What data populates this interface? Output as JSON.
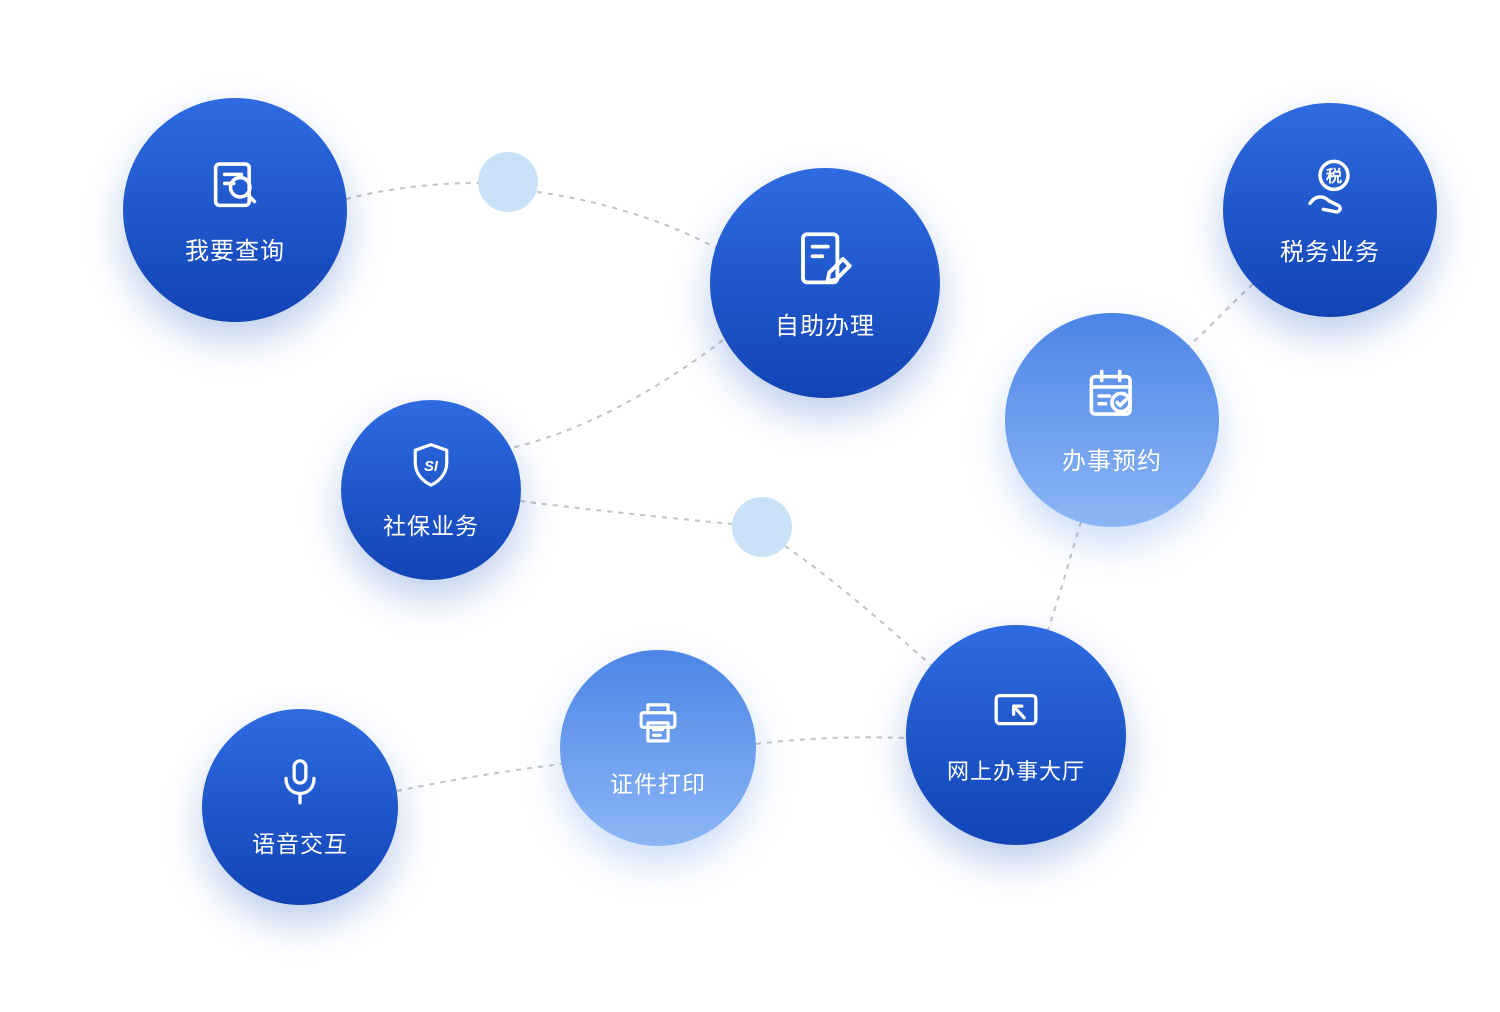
{
  "diagram": {
    "background": "#ffffff",
    "connector_color": "#c3c3c3",
    "dot_color": "#c9e2f8",
    "text_color": "#ffffff",
    "node_dark_gradient": [
      "#2e6be1",
      "#1244b6"
    ],
    "node_light_gradient": [
      "#4c85e7",
      "#8cb6f5"
    ]
  },
  "nodes": [
    {
      "id": "query",
      "label": "我要查询",
      "icon": "document-search-icon",
      "variant": "dark"
    },
    {
      "id": "self-service",
      "label": "自助办理",
      "icon": "document-edit-icon",
      "variant": "dark"
    },
    {
      "id": "tax",
      "label": "税务业务",
      "icon": "tax-hand-icon",
      "variant": "dark",
      "icon_text": "税"
    },
    {
      "id": "appointment",
      "label": "办事预约",
      "icon": "calendar-check-icon",
      "variant": "light"
    },
    {
      "id": "social-security",
      "label": "社保业务",
      "icon": "shield-si-icon",
      "variant": "dark",
      "icon_text": "SI"
    },
    {
      "id": "print",
      "label": "证件打印",
      "icon": "printer-icon",
      "variant": "light"
    },
    {
      "id": "online-hall",
      "label": "网上办事大厅",
      "icon": "monitor-cursor-icon",
      "variant": "dark"
    },
    {
      "id": "voice",
      "label": "语音交互",
      "icon": "microphone-icon",
      "variant": "dark"
    }
  ]
}
